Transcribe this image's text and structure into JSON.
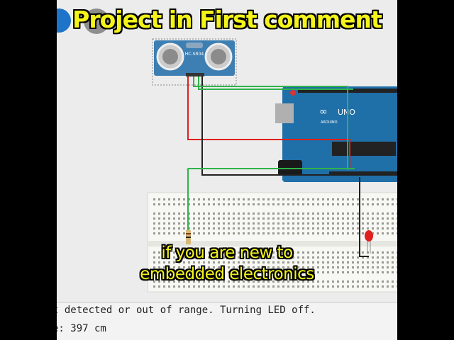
{
  "overlay": {
    "title_caption": "Project in First comment",
    "subtitle_line1": "if you are new to",
    "subtitle_line2": "embedded electronics"
  },
  "circuit": {
    "sensor_label": "HC-SR04",
    "board_label": "UNO",
    "board_brand": "ARDUINO",
    "board_color": "#1f6fa8",
    "wire_colors": {
      "red": "#e0201c",
      "black": "#222222",
      "green": "#2fb34a"
    },
    "led_color": "#e0201c"
  },
  "serial_monitor": {
    "lines": [
      "t detected or out of range. Turning LED off.",
      "e: 397 cm"
    ]
  }
}
